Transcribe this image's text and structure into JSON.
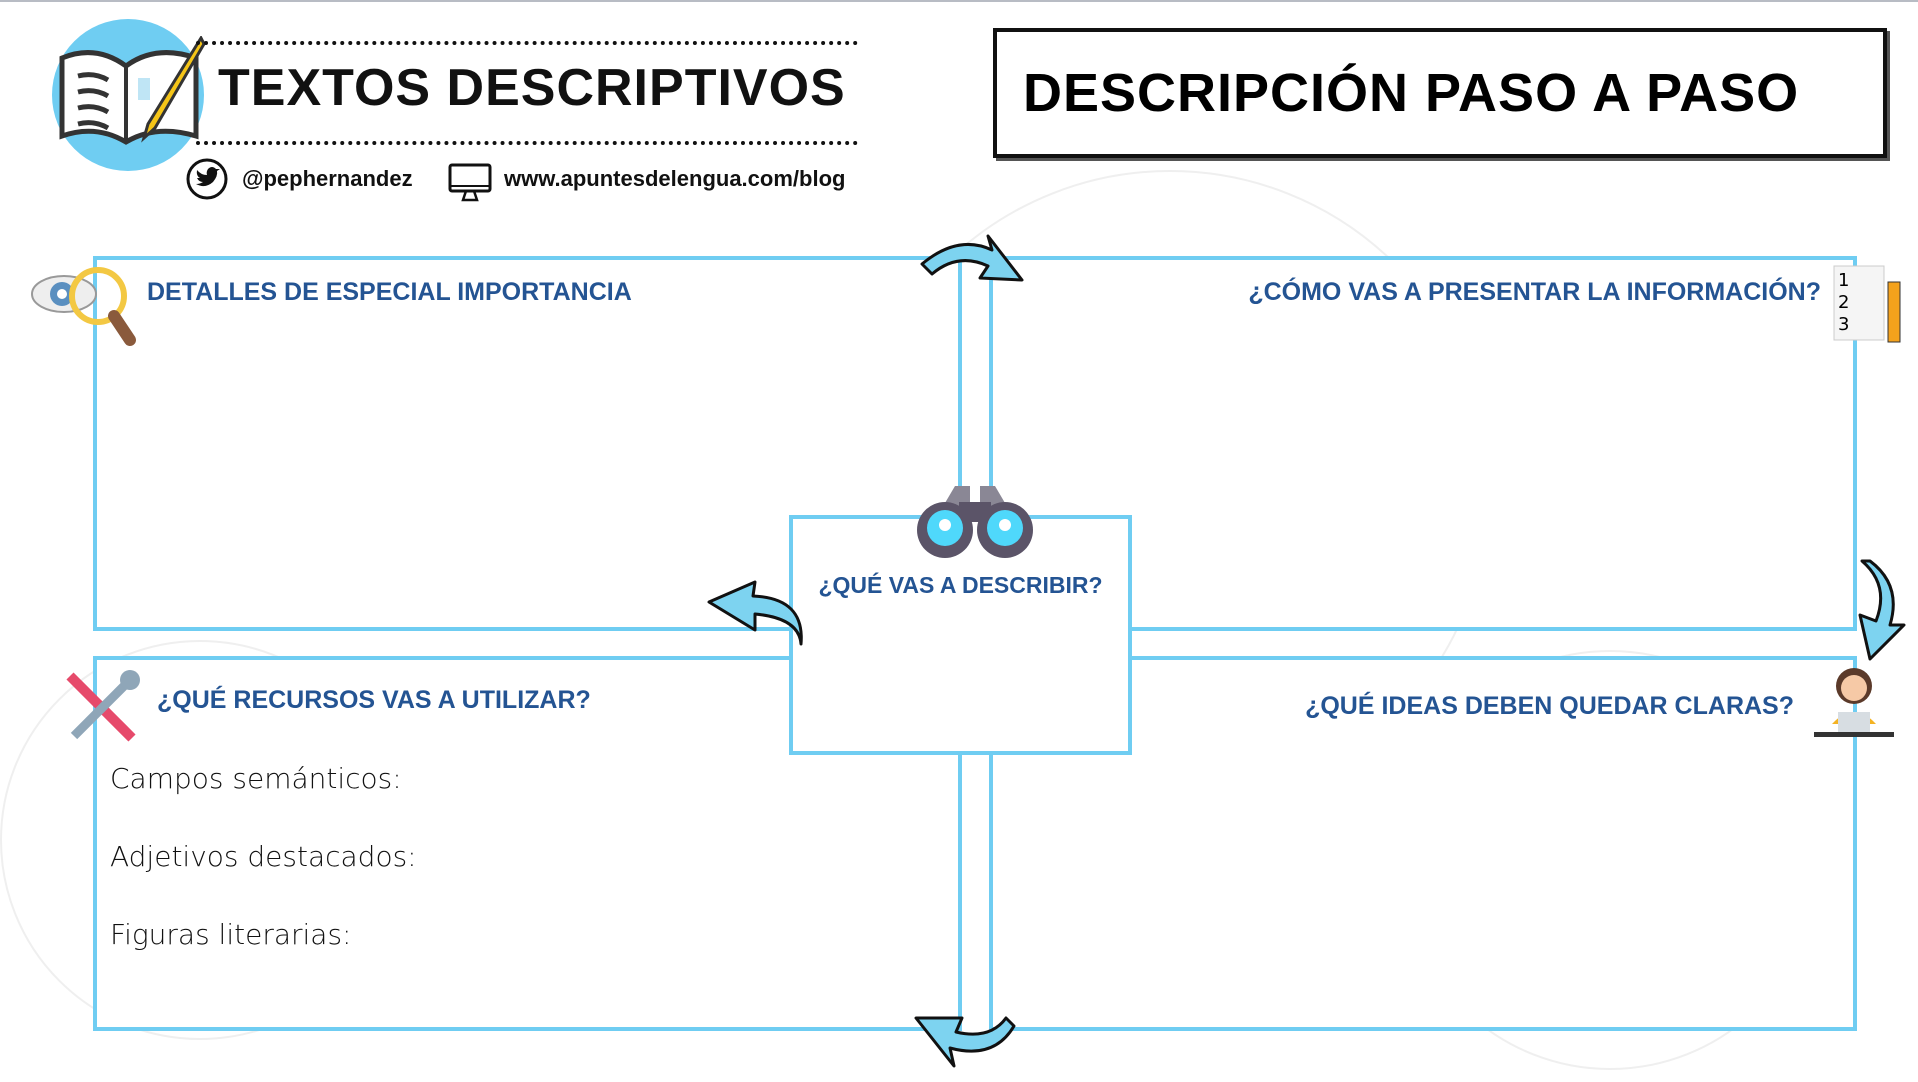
{
  "header": {
    "title": "TEXTOS DESCRIPTIVOS",
    "twitter_handle": "@pephernandez",
    "website": "www.apuntesdelengua.com/blog"
  },
  "main_title": "DESCRIPCIÓN PASO A PASO",
  "center": {
    "heading": "¿QUÉ VAS A DESCRIBIR?"
  },
  "panels": {
    "top_left": {
      "heading": "DETALLES DE ESPECIAL IMPORTANCIA"
    },
    "top_right": {
      "heading": "¿CÓMO VAS A PRESENTAR LA INFORMACIÓN?"
    },
    "bottom_left": {
      "heading": "¿QUÉ RECURSOS VAS A UTILIZAR?",
      "lines": [
        "Campos semánticos:",
        "Adjetivos destacados:",
        "Figuras literarias:"
      ]
    },
    "bottom_right": {
      "heading": "¿QUÉ IDEAS DEBEN QUEDAR CLARAS?"
    }
  },
  "colors": {
    "border": "#6fcdf2",
    "heading": "#245493",
    "arrow": "#7dd3f0"
  }
}
